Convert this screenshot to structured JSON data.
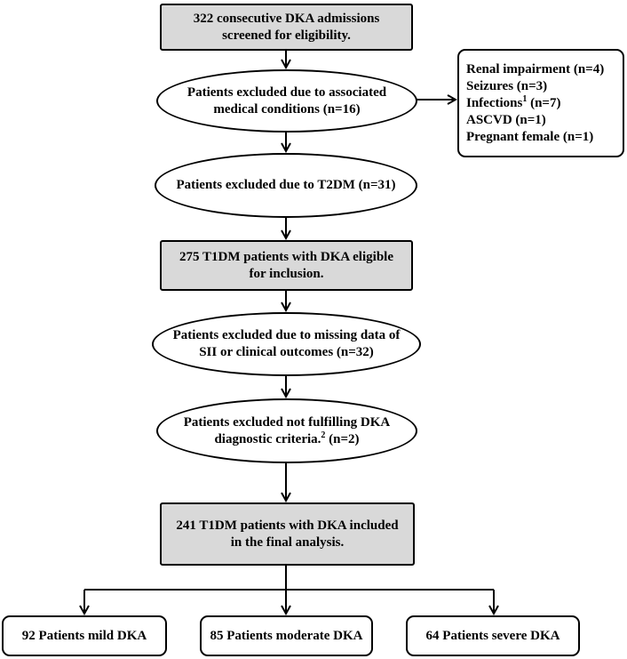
{
  "nodes": {
    "screened": {
      "line1": "322 consecutive DKA admissions",
      "line2": "screened for eligibility."
    },
    "excl_medical": {
      "line1": "Patients excluded due to associated",
      "line2": "medical conditions (n=16)"
    },
    "medical_details": {
      "renal": "Renal impairment (n=4)",
      "seizures": "Seizures (n=3)",
      "infections_label": "Infections",
      "infections_sup": "1",
      "infections_count": " (n=7)",
      "ascvd": "ASCVD (n=1)",
      "pregnant": "Pregnant female (n=1)"
    },
    "excl_t2dm": {
      "line1": "Patients excluded due to T2DM  (n=31)"
    },
    "eligible": {
      "line1": "275 T1DM patients with DKA eligible",
      "line2": "for inclusion."
    },
    "excl_missing": {
      "line1": "Patients excluded due to missing data of",
      "line2": "SII or clinical  outcomes (n=32)"
    },
    "excl_criteria": {
      "line1": "Patients excluded not fulfilling  DKA",
      "line2_text": "diagnostic criteria.",
      "line2_sup": "2",
      "line2_tail": "  (n=2)"
    },
    "included": {
      "line1": "241 T1DM patients with DKA included",
      "line2": "in the final analysis."
    },
    "mild": {
      "label": "92 Patients mild DKA"
    },
    "moderate": {
      "label": "85 Patients moderate DKA"
    },
    "severe": {
      "label": "64 Patients severe DKA"
    }
  }
}
